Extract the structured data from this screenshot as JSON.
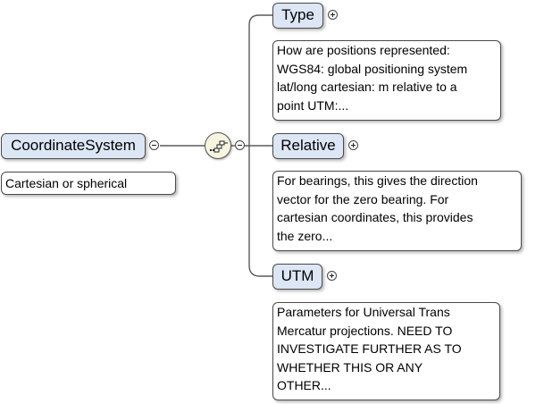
{
  "root": {
    "name": "CoordinateSystem",
    "doc": "Cartesian or spherical"
  },
  "compositor": {
    "icon": "sequence-icon"
  },
  "children": [
    {
      "name": "Type",
      "doc_lines": [
        "How are positions represented:",
        "WGS84: global positioning system",
        "lat/long cartesian: m relative to a",
        "point UTM:..."
      ]
    },
    {
      "name": "Relative",
      "doc_lines": [
        "For bearings, this gives the direction",
        "vector for the zero bearing. For",
        "cartesian coordinates, this provides",
        "the zero..."
      ]
    },
    {
      "name": "UTM",
      "doc_lines": [
        "Parameters for Universal Trans",
        "Mercatur projections. NEED TO",
        "INVESTIGATE FURTHER AS TO",
        "WHETHER THIS OR ANY",
        "OTHER..."
      ]
    }
  ],
  "colors": {
    "node_fill": "#dce6f5",
    "compositor_fill": "#f7f4df",
    "line": "#555555"
  }
}
